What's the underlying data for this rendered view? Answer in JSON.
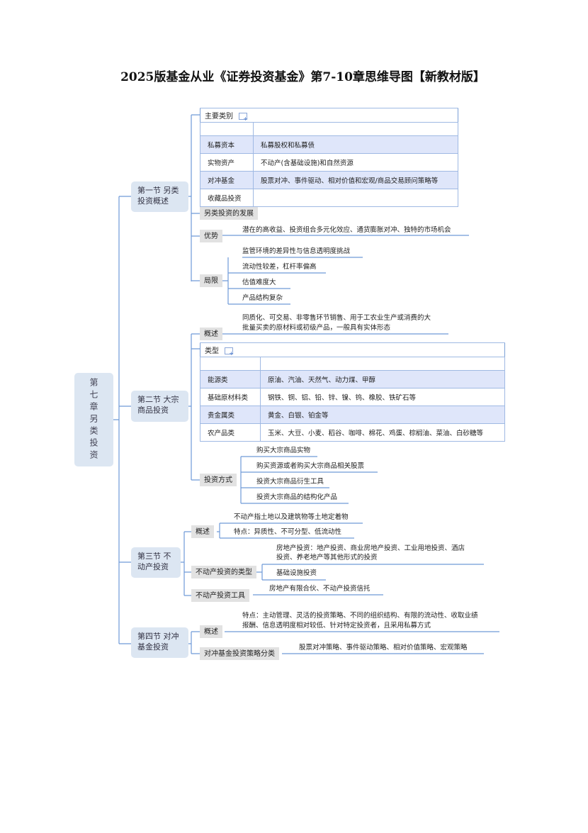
{
  "title": "2025版基金从业《证券投资基金》第7-10章思维导图【新教材版】",
  "root": "第七章另类投资",
  "s1": {
    "label": "第一节 另类投资概述",
    "table": {
      "header": "主要类别",
      "rows": [
        [
          "私募资本",
          "私募股权和私募债"
        ],
        [
          "实物资产",
          "不动产(含基础设施)和自然资源"
        ],
        [
          "对冲基金",
          "股票对冲、事件驱动、相对价值和宏观/商品交易顾问策略等"
        ],
        [
          "收藏品投资",
          ""
        ]
      ]
    },
    "development": "另类投资的发展",
    "adv_label": "优势",
    "adv_text": "潜在的高收益、投资组合多元化效应、通货膨胀对冲、独特的市场机会",
    "lim_label": "局限",
    "lim_items": [
      "监管环境的差异性与信息透明度挑战",
      "流动性较差，杠杆率偏高",
      "估值难度大",
      "产品结构复杂"
    ]
  },
  "s2": {
    "label": "第二节 大宗商品投资",
    "overview_label": "概述",
    "overview_lines": [
      "同质化、可交易、非零售环节销售、用于工农业生产或消费的大",
      "批量买卖的原材料或初级产品，一般具有实体形态"
    ],
    "table": {
      "header": "类型",
      "rows": [
        [
          "能源类",
          "原油、汽油、天然气、动力煤、甲醇"
        ],
        [
          "基础原材料类",
          "钢铁、铜、铝、铅、锌、镍、钨、橡胶、铁矿石等"
        ],
        [
          "贵金属类",
          "黄金、白银、铂金等"
        ],
        [
          "农产品类",
          "玉米、大豆、小麦、稻谷、咖啡、棉花、鸡蛋、棕榈油、菜油、白砂糖等"
        ]
      ]
    },
    "method_label": "投资方式",
    "method_items": [
      "购买大宗商品实物",
      "购买资源或者购买大宗商品相关股票",
      "投资大宗商品衍生工具",
      "投资大宗商品的结构化产品"
    ]
  },
  "s3": {
    "label": "第三节 不动产投资",
    "overview_label": "概述",
    "overview_items": [
      "不动产指土地以及建筑物等土地定着物",
      "特点：异质性、不可分型、低流动性"
    ],
    "types_label": "不动产投资的类型",
    "types_items": [
      "房地产投资：地产投资、商业房地产投资、工业用地投资、酒店",
      "投资、养老地产等其他形式的投资",
      "基础设施投资"
    ],
    "tools_label": "不动产投资工具",
    "tools_text": "房地产有限合伙、不动产投资信托"
  },
  "s4": {
    "label": "第四节 对冲基金投资",
    "overview_label": "概述",
    "overview_lines": [
      "特点：主动管理、灵活的投资策略、不同的组织结构、有限的流动性、收取业绩",
      "报酬、信息透明度相对较低、针对特定投资者，且采用私募方式"
    ],
    "strategy_label": "对冲基金投资策略分类",
    "strategy_text": "股票对冲策略、事件驱动策略、相对价值策略、宏观策略"
  }
}
